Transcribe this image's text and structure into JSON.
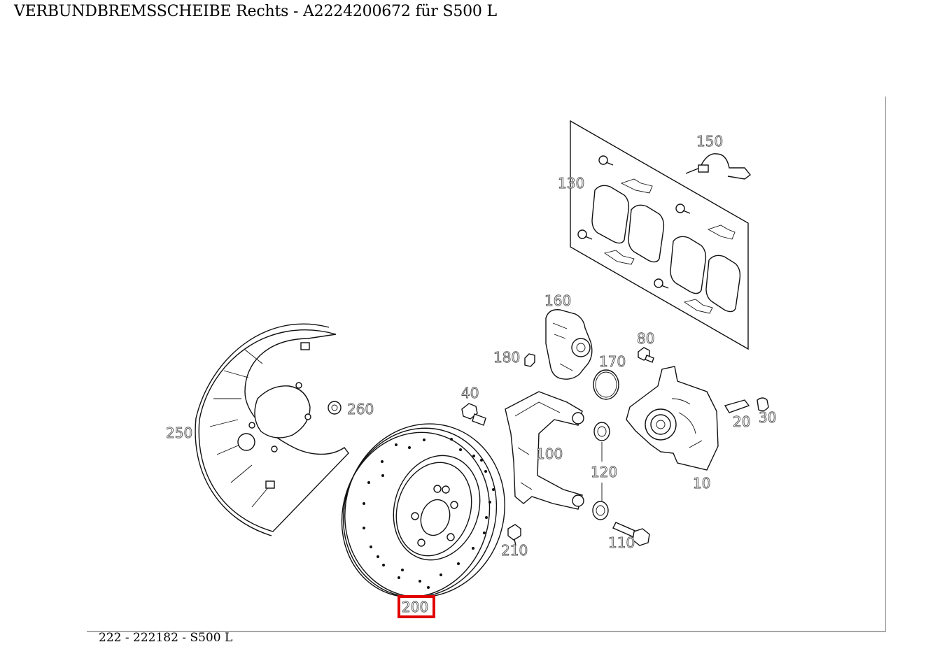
{
  "header": {
    "title": "VERBUNDBREMSSCHEIBE Rechts - A2224200672 für S500 L"
  },
  "footer": {
    "text": "222 - 222182 - S500 L"
  },
  "diagram": {
    "highlight_color": "#e00000",
    "highlighted_part": "200",
    "parts": {
      "p10": "10",
      "p20": "20",
      "p30": "30",
      "p40": "40",
      "p80": "80",
      "p100": "100",
      "p110": "110",
      "p120": "120",
      "p130": "130",
      "p150": "150",
      "p160": "160",
      "p170": "170",
      "p180": "180",
      "p200": "200",
      "p210": "210",
      "p250": "250",
      "p260": "260"
    }
  }
}
